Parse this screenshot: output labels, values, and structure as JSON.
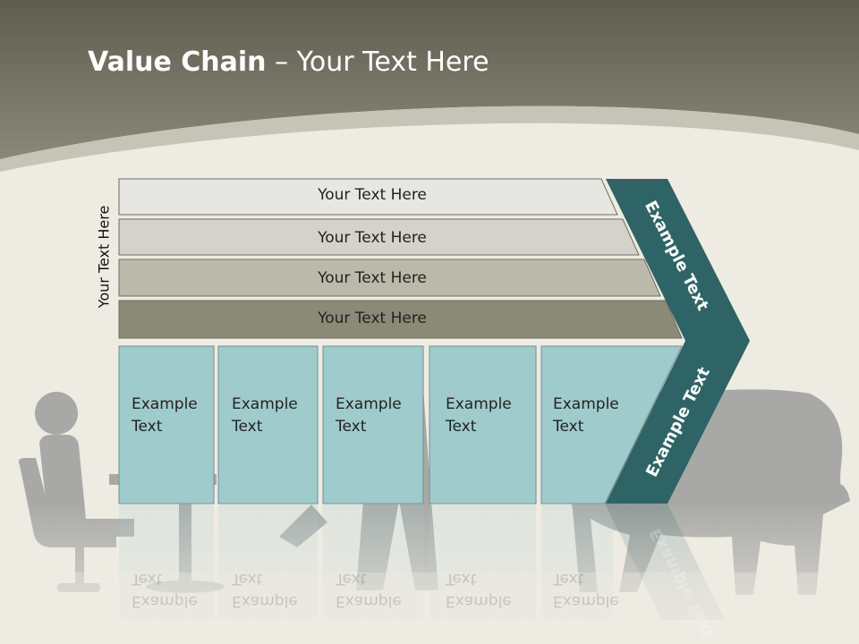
{
  "slide": {
    "title_bold": "Value Chain",
    "title_rest": " – Your Text Here",
    "side_label": "Your Text Here"
  },
  "support_rows": [
    {
      "label": "Your Text Here",
      "color": "#e6e6e2"
    },
    {
      "label": "Your Text Here",
      "color": "#d3d2cb"
    },
    {
      "label": "Your Text Here",
      "color": "#bbbaaa"
    },
    {
      "label": "Your Text Here",
      "color": "#8b8a77"
    }
  ],
  "primary_activities": [
    {
      "line1": "Example",
      "line2": "Text"
    },
    {
      "line1": "Example",
      "line2": "Text"
    },
    {
      "line1": "Example",
      "line2": "Text"
    },
    {
      "line1": "Example",
      "line2": "Text"
    },
    {
      "line1": "Example",
      "line2": "Text"
    }
  ],
  "margin_chevron": {
    "upper_label": "Example Text",
    "lower_label": "Example Text",
    "color": "#2e6465"
  },
  "colors": {
    "header": "#7f7d6c",
    "background": "#eeebe3",
    "cell": "#a0cbcd",
    "silhouette": "#a8a9a6"
  }
}
